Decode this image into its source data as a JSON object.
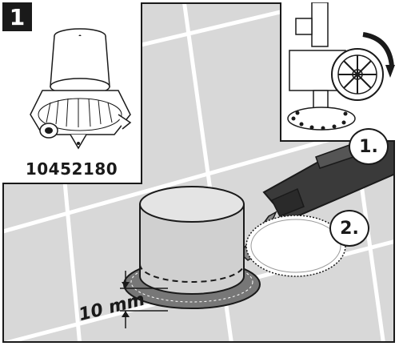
{
  "step": {
    "number": "1"
  },
  "product": {
    "part_number": "10452180"
  },
  "substeps": {
    "first": "1.",
    "second": "2."
  },
  "dimension": {
    "label": "10 mm"
  },
  "colors": {
    "outline": "#1a1a1a",
    "floor": "#d8d8d8",
    "joint": "#ffffff",
    "tool_body": "#3a3a3a"
  }
}
